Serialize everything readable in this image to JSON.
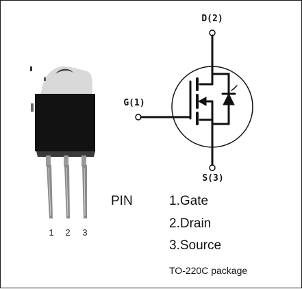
{
  "terminals": {
    "drain": "D(2)",
    "gate": "G(1)",
    "source": "S(3)"
  },
  "photo_pin_numbers": [
    "1",
    "2",
    "3"
  ],
  "pin_table": {
    "heading": "PIN",
    "entries": [
      "1.Gate",
      "2.Drain",
      "3.Source"
    ],
    "package": "TO-220C package"
  }
}
